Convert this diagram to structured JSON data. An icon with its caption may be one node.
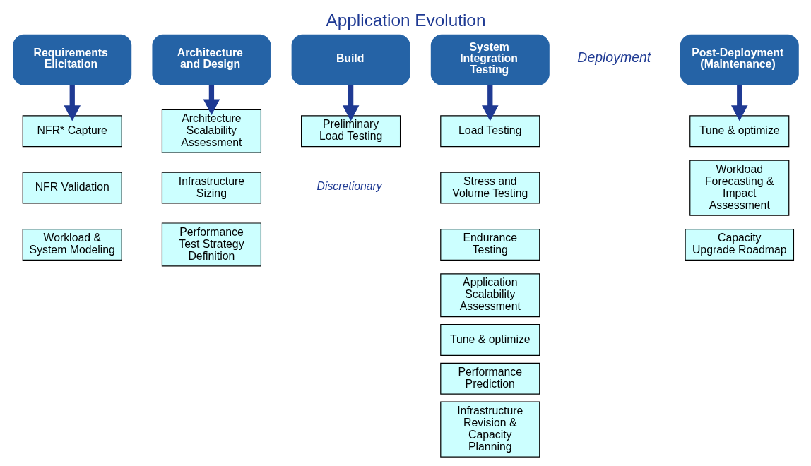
{
  "diagram": {
    "title": "Application Evolution",
    "nodes": [
      {
        "text": [
          "Requirements Elicitation"
        ]
      },
      {
        "text": [
          "NFR* Capture"
        ]
      },
      {
        "text": [
          "NFR Validation"
        ]
      },
      {
        "text": [
          "Workload & System Modeling"
        ]
      },
      {
        "text": [
          "Architecture and Design"
        ]
      },
      {
        "text": [
          "Architecture Scalability Assessment"
        ]
      },
      {
        "text": [
          "Infrastructure Sizing"
        ]
      },
      {
        "text": [
          "Performance Test Strategy Definition"
        ]
      },
      {
        "text": [
          "Build"
        ]
      },
      {
        "text": [
          "Preliminary Load Testing"
        ],
        "beside": [
          "Discretionary"
        ]
      },
      {
        "text": [
          "System Integration Testing"
        ]
      },
      {
        "text": [
          "Load Testing"
        ]
      },
      {
        "text": [
          "Stress and Volume Testing"
        ]
      },
      {
        "text": [
          "Endurance Testing"
        ]
      },
      {
        "text": [
          "Application Scalability Assessment"
        ]
      },
      {
        "text": [
          "Tune & optimize"
        ]
      },
      {
        "text": [
          "Performance Prediction"
        ]
      },
      {
        "text": [
          "Infrastructure Revision & Capacity Planning"
        ]
      },
      {
        "text": [
          "Post-Deployment (Maintenance)"
        ]
      },
      {
        "text": [
          "Tune & optimize"
        ]
      },
      {
        "text": [
          "Workload Forecasting & Impact Assessment"
        ]
      },
      {
        "text": [
          "Capacity Upgrade Roadmap"
        ]
      }
    ],
    "edges": [
      {
        "from": 0,
        "to": 1,
        "arrow": "to"
      },
      {
        "from": 4,
        "to": 5,
        "arrow": "to"
      },
      {
        "from": 8,
        "to": 9,
        "arrow": "to"
      },
      {
        "from": 10,
        "to": 11,
        "arrow": "to"
      },
      {
        "from": 18,
        "to": 19,
        "arrow": "to"
      }
    ],
    "labels": [
      "Deployment"
    ]
  }
}
